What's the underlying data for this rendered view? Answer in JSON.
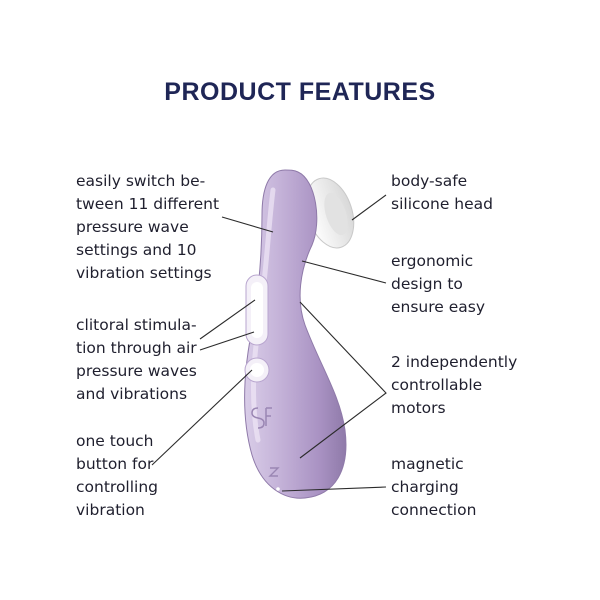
{
  "page": {
    "title": "PRODUCT FEATURES"
  },
  "features": {
    "left": [
      {
        "text": "easily switch be-\ntween 11 different\npressure wave\nsettings and 10\nvibration settings"
      },
      {
        "text": "clitoral stimula-\ntion through air\npressure waves\nand vibrations"
      },
      {
        "text": "one touch\nbutton for\ncontrolling\nvibration"
      }
    ],
    "right": [
      {
        "text": "body-safe\nsilicone head"
      },
      {
        "text": "ergonomic\ndesign to\nensure easy"
      },
      {
        "text": "2 independently\ncontrollable\nmotors"
      },
      {
        "text": "magnetic\ncharging\nconnection"
      }
    ]
  },
  "colors": {
    "title": "#1f2656",
    "text": "#1f1f2e",
    "device_body": "#b9a6cf",
    "device_highlight": "#e8def2",
    "device_shadow": "#8f7aa9",
    "silicone_head": "#f1f1f1",
    "leader_lines": "#2b2b2b"
  },
  "icons": [
    "product-device-image",
    "brand-logo-emboss",
    "magnetic-charging-contacts-icon"
  ]
}
